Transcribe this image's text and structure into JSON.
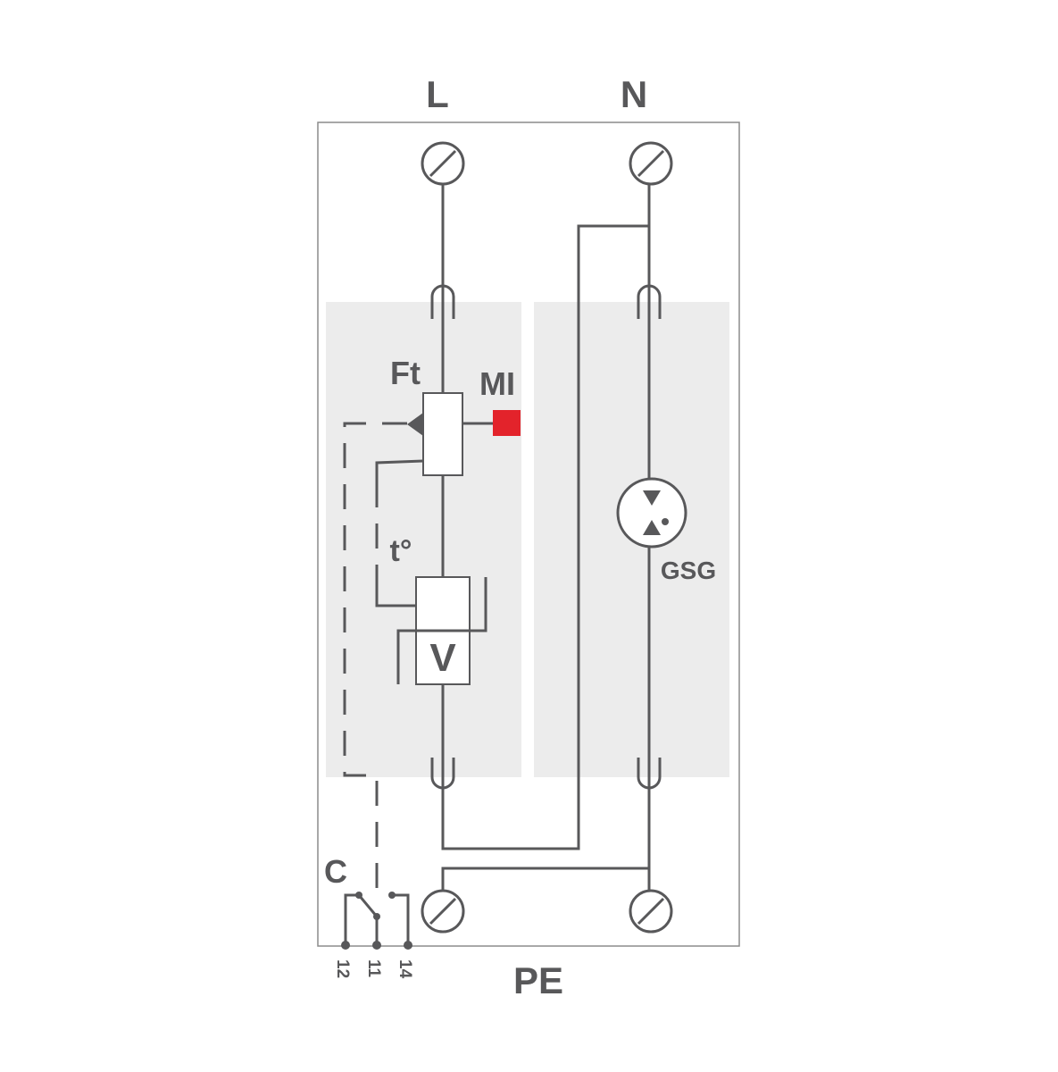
{
  "terminals": {
    "line_label": "L",
    "neutral_label": "N",
    "earth_label": "PE"
  },
  "components": {
    "thermal_fuse_label": "Ft",
    "indicator_label": "MI",
    "temperature_label": "t°",
    "varistor_label": "V",
    "gas_arrester_label": "GSG",
    "contact_label": "C"
  },
  "contact_pins": [
    "12",
    "11",
    "14"
  ],
  "colors": {
    "line": "#58585a",
    "module_fill": "#ececec",
    "indicator": "#e3232b",
    "housing_border": "#8c8c8c"
  }
}
